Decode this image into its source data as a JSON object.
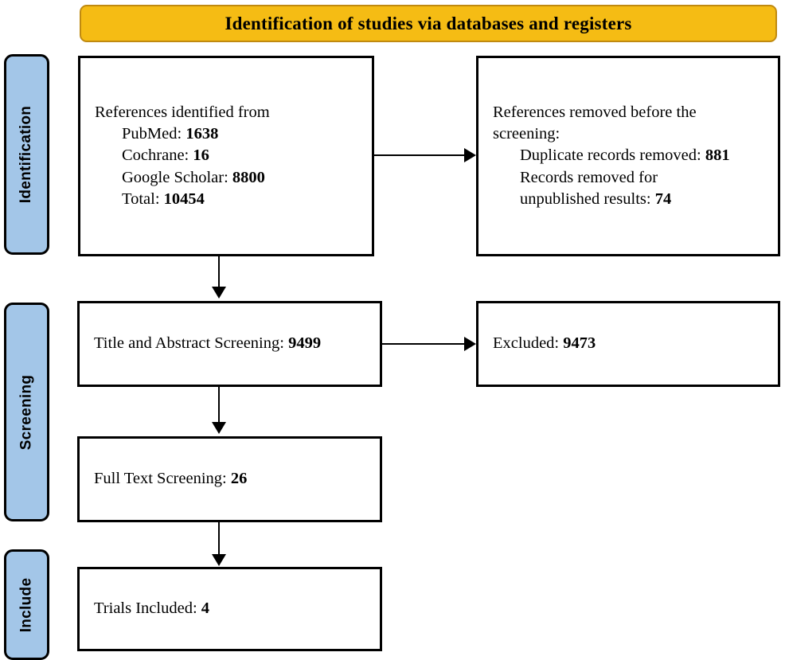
{
  "banner": {
    "title": "Identification of studies via databases and registers",
    "fill_color": "#F5BC14",
    "border_color": "#C08A10"
  },
  "stages": [
    {
      "label": "Identification"
    },
    {
      "label": "Screening"
    },
    {
      "label": "Include"
    }
  ],
  "stage_style": {
    "fill_color": "#A3C6E8",
    "border_color": "#000000"
  },
  "boxes": {
    "identified": {
      "lines": [
        {
          "text": "References identified from",
          "value": "",
          "indent": false
        },
        {
          "text": "PubMed: ",
          "value": "1638",
          "indent": true
        },
        {
          "text": "Cochrane: ",
          "value": "16",
          "indent": true
        },
        {
          "text": "Google Scholar: ",
          "value": "8800",
          "indent": true
        },
        {
          "text": "Total: ",
          "value": "10454",
          "indent": true
        }
      ]
    },
    "removed": {
      "lines": [
        {
          "text": "References removed before the",
          "value": "",
          "indent": false
        },
        {
          "text": "screening:",
          "value": "",
          "indent": false
        },
        {
          "text": "Duplicate records removed: ",
          "value": "881",
          "indent": true
        },
        {
          "text": "Records removed for",
          "value": "",
          "indent": true
        },
        {
          "text": "unpublished results: ",
          "value": "74",
          "indent": true
        }
      ]
    },
    "title_abstract": {
      "lines": [
        {
          "text": "Title and Abstract Screening: ",
          "value": "9499",
          "indent": false
        }
      ]
    },
    "excluded": {
      "lines": [
        {
          "text": "Excluded: ",
          "value": "9473",
          "indent": false
        }
      ]
    },
    "full_text": {
      "lines": [
        {
          "text": "Full Text Screening: ",
          "value": "26",
          "indent": false
        }
      ]
    },
    "trials_included": {
      "lines": [
        {
          "text": "Trials Included: ",
          "value": "4",
          "indent": false
        }
      ]
    }
  },
  "chart_data": {
    "type": "diagram",
    "title": "Identification of studies via databases and registers",
    "diagram_kind": "PRISMA flow diagram",
    "stages": [
      "Identification",
      "Screening",
      "Include"
    ],
    "nodes": [
      {
        "id": "identified",
        "stage": "Identification",
        "label": "References identified from",
        "values": {
          "PubMed": 1638,
          "Cochrane": 16,
          "Google Scholar": 8800,
          "Total": 10454
        }
      },
      {
        "id": "removed",
        "stage": "Identification",
        "label": "References removed before the screening:",
        "values": {
          "Duplicate records removed": 881,
          "Records removed for unpublished results": 74
        }
      },
      {
        "id": "title_abstract",
        "stage": "Screening",
        "label": "Title and Abstract Screening",
        "values": {
          "count": 9499
        }
      },
      {
        "id": "excluded",
        "stage": "Screening",
        "label": "Excluded",
        "values": {
          "count": 9473
        }
      },
      {
        "id": "full_text",
        "stage": "Screening",
        "label": "Full Text Screening",
        "values": {
          "count": 26
        }
      },
      {
        "id": "trials_included",
        "stage": "Include",
        "label": "Trials Included",
        "values": {
          "count": 4
        }
      }
    ],
    "edges": [
      {
        "from": "identified",
        "to": "removed",
        "direction": "right"
      },
      {
        "from": "identified",
        "to": "title_abstract",
        "direction": "down"
      },
      {
        "from": "title_abstract",
        "to": "excluded",
        "direction": "right"
      },
      {
        "from": "title_abstract",
        "to": "full_text",
        "direction": "down"
      },
      {
        "from": "full_text",
        "to": "trials_included",
        "direction": "down"
      }
    ]
  }
}
